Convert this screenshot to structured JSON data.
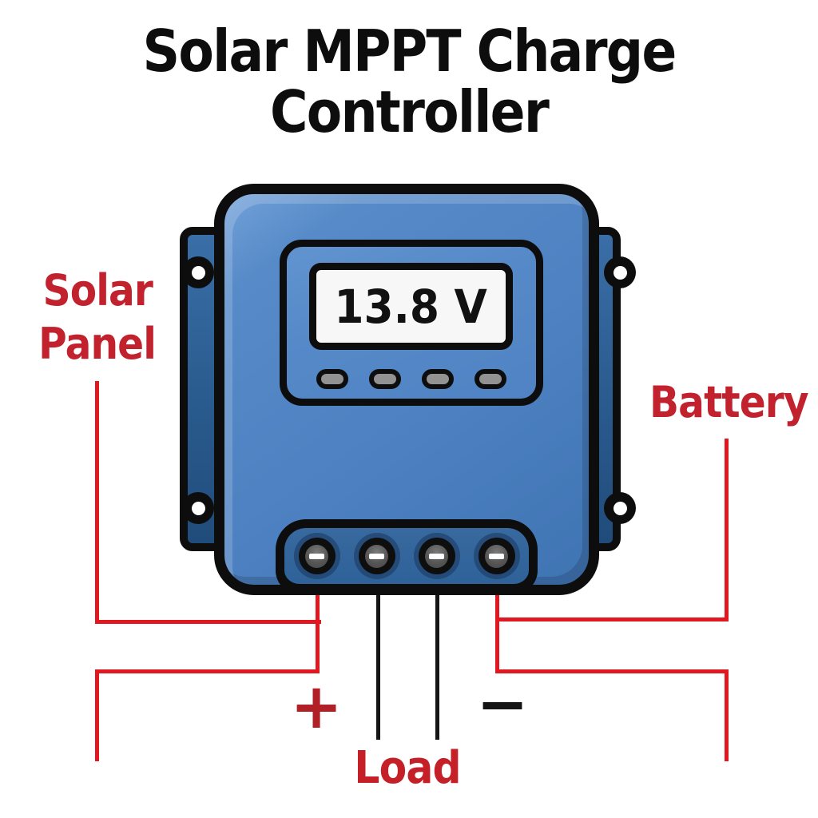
{
  "title": {
    "line1": "Solar MPPT Charge",
    "line2": "Controller"
  },
  "controller": {
    "lcd_value": "13.8 V",
    "buttons_count": 4,
    "terminals_count": 4
  },
  "labels": {
    "solar_panel_line1": "Solar",
    "solar_panel_line2": "Panel",
    "battery": "Battery",
    "load": "Load",
    "plus": "+",
    "minus": "−"
  },
  "colors": {
    "body_blue": "#4d81c1",
    "body_highlight_blue": "#6ea0d7",
    "panel_blue": "#5589c8",
    "ear_blue": "#2c5e92",
    "terminal_block_blue": "#2e6298",
    "lcd_white": "#f7f7f8",
    "button_gray": "#929292",
    "terminal_gray": "#565656",
    "outline_black": "#0d0d0d",
    "label_red": "#c2212e",
    "wire_red": "#e1181f",
    "plus_red": "#b02026",
    "wire_black": "#151515",
    "background": "#ffffff"
  }
}
